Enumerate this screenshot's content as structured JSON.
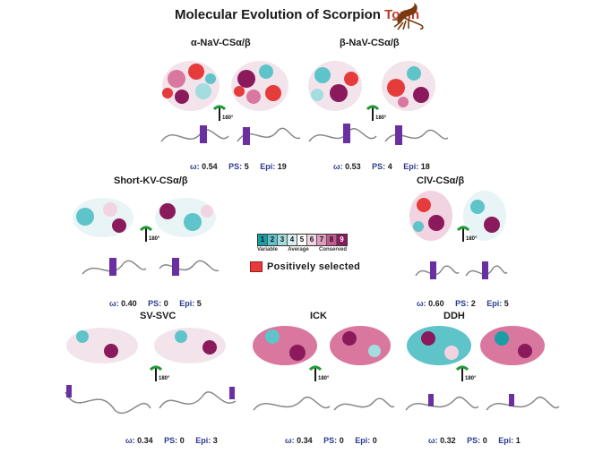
{
  "title": {
    "main": "Molecular Evolution of Scorpion",
    "highlight": "Toxin"
  },
  "colors": {
    "variable": "#1fa3a8",
    "conserved": "#8b1a5c",
    "positive": "#e53b3b",
    "helix": "#6a2fa0",
    "disulfide": "#e88a1a",
    "stats_label": "#2b3a8f"
  },
  "legend": {
    "scale": [
      "1",
      "2",
      "3",
      "4",
      "5",
      "6",
      "7",
      "8",
      "9"
    ],
    "scale_colors": [
      "#1a9da3",
      "#5ec4c9",
      "#a3dde0",
      "#d8eef0",
      "#ffffff",
      "#f2d3e1",
      "#df9cbd",
      "#c45c91",
      "#8b1a5c"
    ],
    "label_variable": "Variable",
    "label_average": "Average",
    "label_conserved": "Conserved",
    "positively_selected": "Positively selected"
  },
  "rotation_label": "180°",
  "panels": [
    {
      "id": "alpha_nav",
      "title": "α-NaV-CSα/β",
      "omega": "0.54",
      "ps": "5",
      "epi": "19"
    },
    {
      "id": "beta_nav",
      "title": "β-NaV-CSα/β",
      "omega": "0.53",
      "ps": "4",
      "epi": "18"
    },
    {
      "id": "short_kv",
      "title": "Short-KV-CSα/β",
      "omega": "0.40",
      "ps": "0",
      "epi": "5"
    },
    {
      "id": "cl_v",
      "title": "ClV-CSα/β",
      "omega": "0.60",
      "ps": "2",
      "epi": "5"
    },
    {
      "id": "sv_svc",
      "title": "SV-SVC",
      "omega": "0.34",
      "ps": "0",
      "epi": "3"
    },
    {
      "id": "ick",
      "title": "ICK",
      "omega": "0.34",
      "ps": "0",
      "epi": "0"
    },
    {
      "id": "ddh",
      "title": "DDH",
      "omega": "0.32",
      "ps": "0",
      "epi": "1"
    }
  ],
  "stats_labels": {
    "omega": "ω:",
    "ps": "PS:",
    "epi": "Epi:"
  }
}
